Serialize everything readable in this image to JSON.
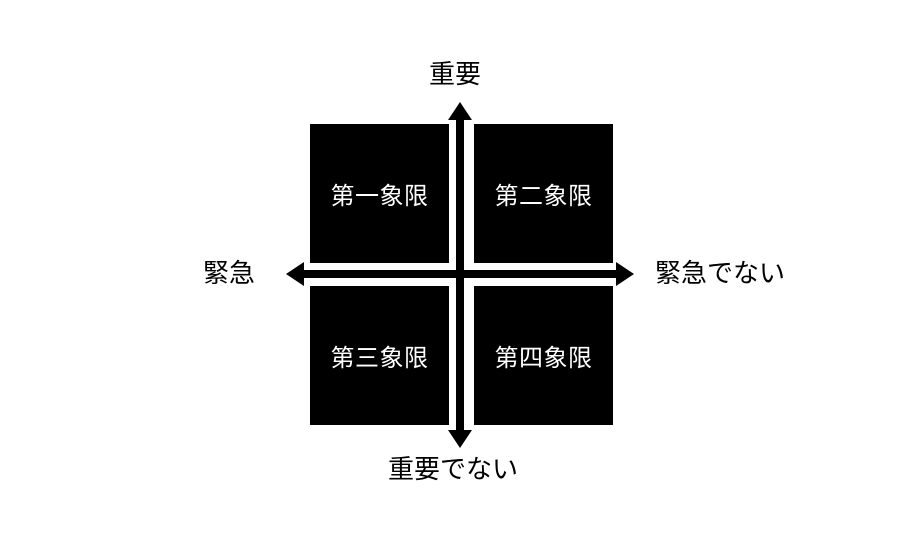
{
  "diagram": {
    "quadrants": [
      {
        "id": "q1",
        "label": "第一象限"
      },
      {
        "id": "q2",
        "label": "第二象限"
      },
      {
        "id": "q3",
        "label": "第三象限"
      },
      {
        "id": "q4",
        "label": "第四象限"
      }
    ],
    "axes": {
      "top_label": "重要",
      "bottom_label": "重要でない",
      "left_label": "緊急",
      "right_label": "緊急でない"
    },
    "colors": {
      "quadrant_fill": "#000000",
      "quadrant_text": "#ffffff",
      "axis": "#000000",
      "background": "#ffffff"
    }
  }
}
